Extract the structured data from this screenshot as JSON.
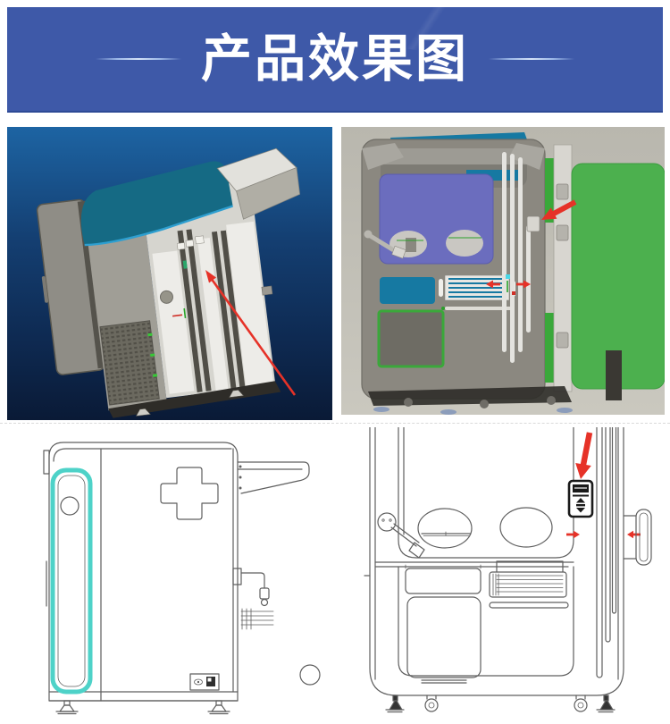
{
  "banner": {
    "title": "产品效果图"
  },
  "colors": {
    "banner_blue": "#3e59a8",
    "banner_line": "#9db9e8",
    "render_bg_top": "#1d64a3",
    "render_bg_mid": "#143f72",
    "render_bg_bottom": "#0a1a36",
    "machine_teal": "#156a84",
    "teal_accent": "#1679a2",
    "machine_gray": "#8b8880",
    "panel_light": "#edece8",
    "beige_bg": "#bdbbb2",
    "window_purple": "#6b6dbe",
    "door_green": "#4cb04e",
    "green_trim": "#3aa83a",
    "arrow_red": "#e63228",
    "line_stroke": "#5f5f5f",
    "highlight_teal": "#4ed2c8"
  },
  "panels": [
    {
      "name": "iso-render-cabinet"
    },
    {
      "name": "front-render-door-open"
    },
    {
      "name": "side-view-line-drawing"
    },
    {
      "name": "front-view-line-drawing"
    }
  ]
}
